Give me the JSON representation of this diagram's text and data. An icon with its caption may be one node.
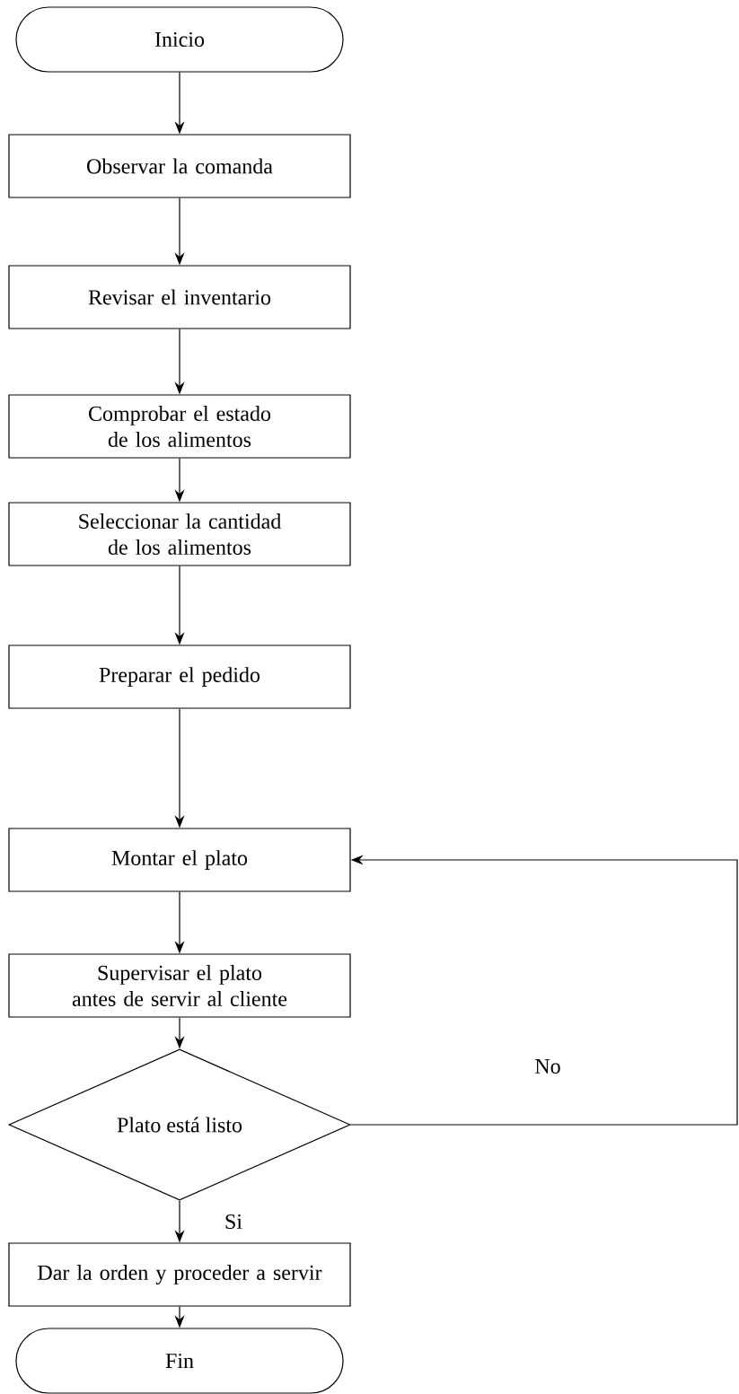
{
  "diagram": {
    "nodes": [
      {
        "text": [
          "Inicio"
        ]
      },
      {
        "text": [
          "Observar la comanda"
        ]
      },
      {
        "text": [
          "Revisar el inventario"
        ]
      },
      {
        "text": [
          "Comprobar el estado de los alimentos"
        ]
      },
      {
        "text": [
          "Seleccionar la cantidad de los alimentos"
        ]
      },
      {
        "text": [
          "Preparar el pedido"
        ]
      },
      {
        "text": [
          "Montar el plato"
        ]
      },
      {
        "text": [
          "Supervisar el plato antes de servir al cliente"
        ]
      },
      {
        "text": [
          "Plato está listo"
        ]
      },
      {
        "text": [
          "Dar la orden y proceder a servir"
        ]
      },
      {
        "text": [
          "Fin"
        ]
      }
    ],
    "edges": [
      {
        "from": 0,
        "to": 1,
        "arrow": "to"
      },
      {
        "from": 1,
        "to": 2,
        "arrow": "to"
      },
      {
        "from": 2,
        "to": 3,
        "arrow": "to"
      },
      {
        "from": 3,
        "to": 4,
        "arrow": "to"
      },
      {
        "from": 4,
        "to": 5,
        "arrow": "to"
      },
      {
        "from": 5,
        "to": 6,
        "arrow": "to"
      },
      {
        "from": 6,
        "to": 7,
        "arrow": "to"
      },
      {
        "from": 7,
        "to": 8,
        "arrow": "to"
      },
      {
        "from": 8,
        "to": 9,
        "arrow": "to",
        "label": "Si"
      },
      {
        "from": 9,
        "to": 10,
        "arrow": "to"
      },
      {
        "from": 8,
        "to": 6,
        "arrow": "to",
        "label": "No"
      }
    ]
  }
}
